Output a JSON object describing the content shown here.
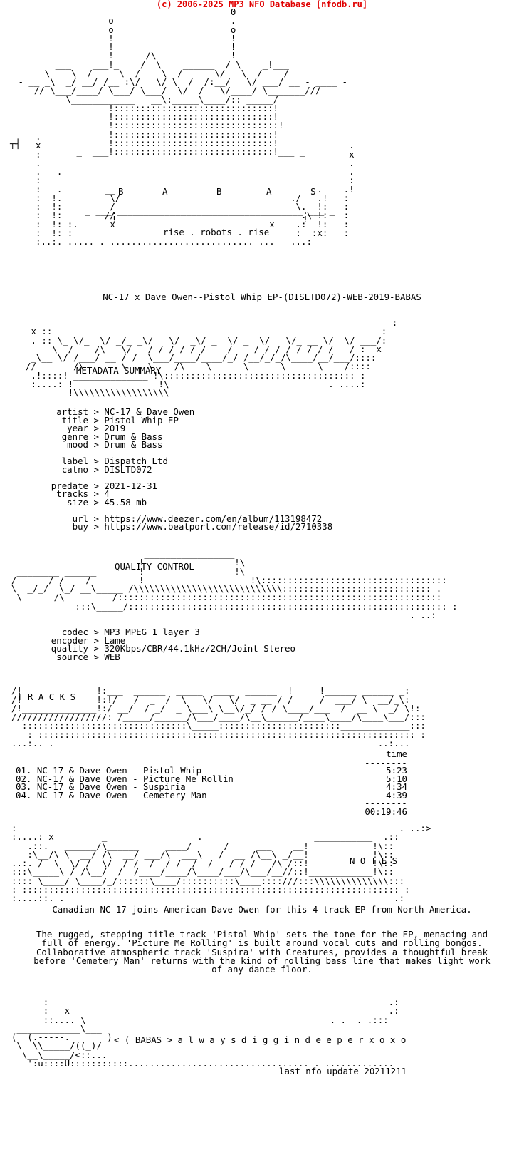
{
  "header": {
    "copyright": "(c) 2006-2025 MP3 NFO Database [nfodb.ru]"
  },
  "release": {
    "group_letters": [
      "B",
      "A",
      "B",
      "A",
      "S"
    ],
    "motto": "rise . robots . rise",
    "name": "NC-17_x_Dave_Owen--Pistol_Whip_EP-(DISLTD072)-WEB-2019-BABAS"
  },
  "sections": {
    "metadata": "METADATA SUMMARY",
    "quality": "QUALITY CONTROL",
    "tracks": "T R A C K S",
    "notes": "N O T E S"
  },
  "metadata": [
    {
      "key": "artist",
      "value": "NC-17 & Dave Owen"
    },
    {
      "key": "title",
      "value": "Pistol Whip EP"
    },
    {
      "key": "year",
      "value": "2019"
    },
    {
      "key": "genre",
      "value": "Drum & Bass"
    },
    {
      "key": "mood",
      "value": "Drum & Bass"
    },
    {
      "key": "label",
      "value": "Dispatch Ltd"
    },
    {
      "key": "catno",
      "value": "DISLTD072"
    },
    {
      "key": "predate",
      "value": "2021-12-31"
    },
    {
      "key": "tracks",
      "value": "4"
    },
    {
      "key": "size",
      "value": "45.58 mb"
    },
    {
      "key": "url",
      "value": "https://www.deezer.com/en/album/113198472"
    },
    {
      "key": "buy",
      "value": "https://www.beatport.com/release/id/2710338"
    }
  ],
  "quality": [
    {
      "key": "codec",
      "value": "MP3 MPEG 1 layer 3"
    },
    {
      "key": "encoder",
      "value": "Lame"
    },
    {
      "key": "quality",
      "value": "320Kbps/CBR/44.1kHz/2CH/Joint Stereo"
    },
    {
      "key": "source",
      "value": "WEB"
    }
  ],
  "tracklist": {
    "time_header": "time",
    "items": [
      {
        "num": "01.",
        "title": "NC-17 & Dave Owen - Pistol Whip",
        "time": "5:23"
      },
      {
        "num": "02.",
        "title": "NC-17 & Dave Owen - Picture Me Rollin",
        "time": "5:10"
      },
      {
        "num": "03.",
        "title": "NC-17 & Dave Owen - Suspiria",
        "time": "4:34"
      },
      {
        "num": "04.",
        "title": "NC-17 & Dave Owen - Cemetery Man",
        "time": "4:39"
      }
    ],
    "total": "00:19:46"
  },
  "notes": {
    "p1": "Canadian NC-17 joins American Dave Owen for this 4 track EP from North America.",
    "p2": "The rugged, stepping title track 'Pistol Whip' sets the tone for the EP, menacing and full of energy. 'Picture Me Rolling' is built around vocal cuts and rolling bongos. Collaborative atmospheric track 'Suspira' with Creatures, provides a thoughtful break before 'Cemetery Man' returns with the kind of rolling bass line that makes light work of any dance floor."
  },
  "footer": {
    "tag": "< ( BABAS > a l w a y s d i g g i n d e e p e r x o x o",
    "update": "last nfo update 20211211"
  }
}
